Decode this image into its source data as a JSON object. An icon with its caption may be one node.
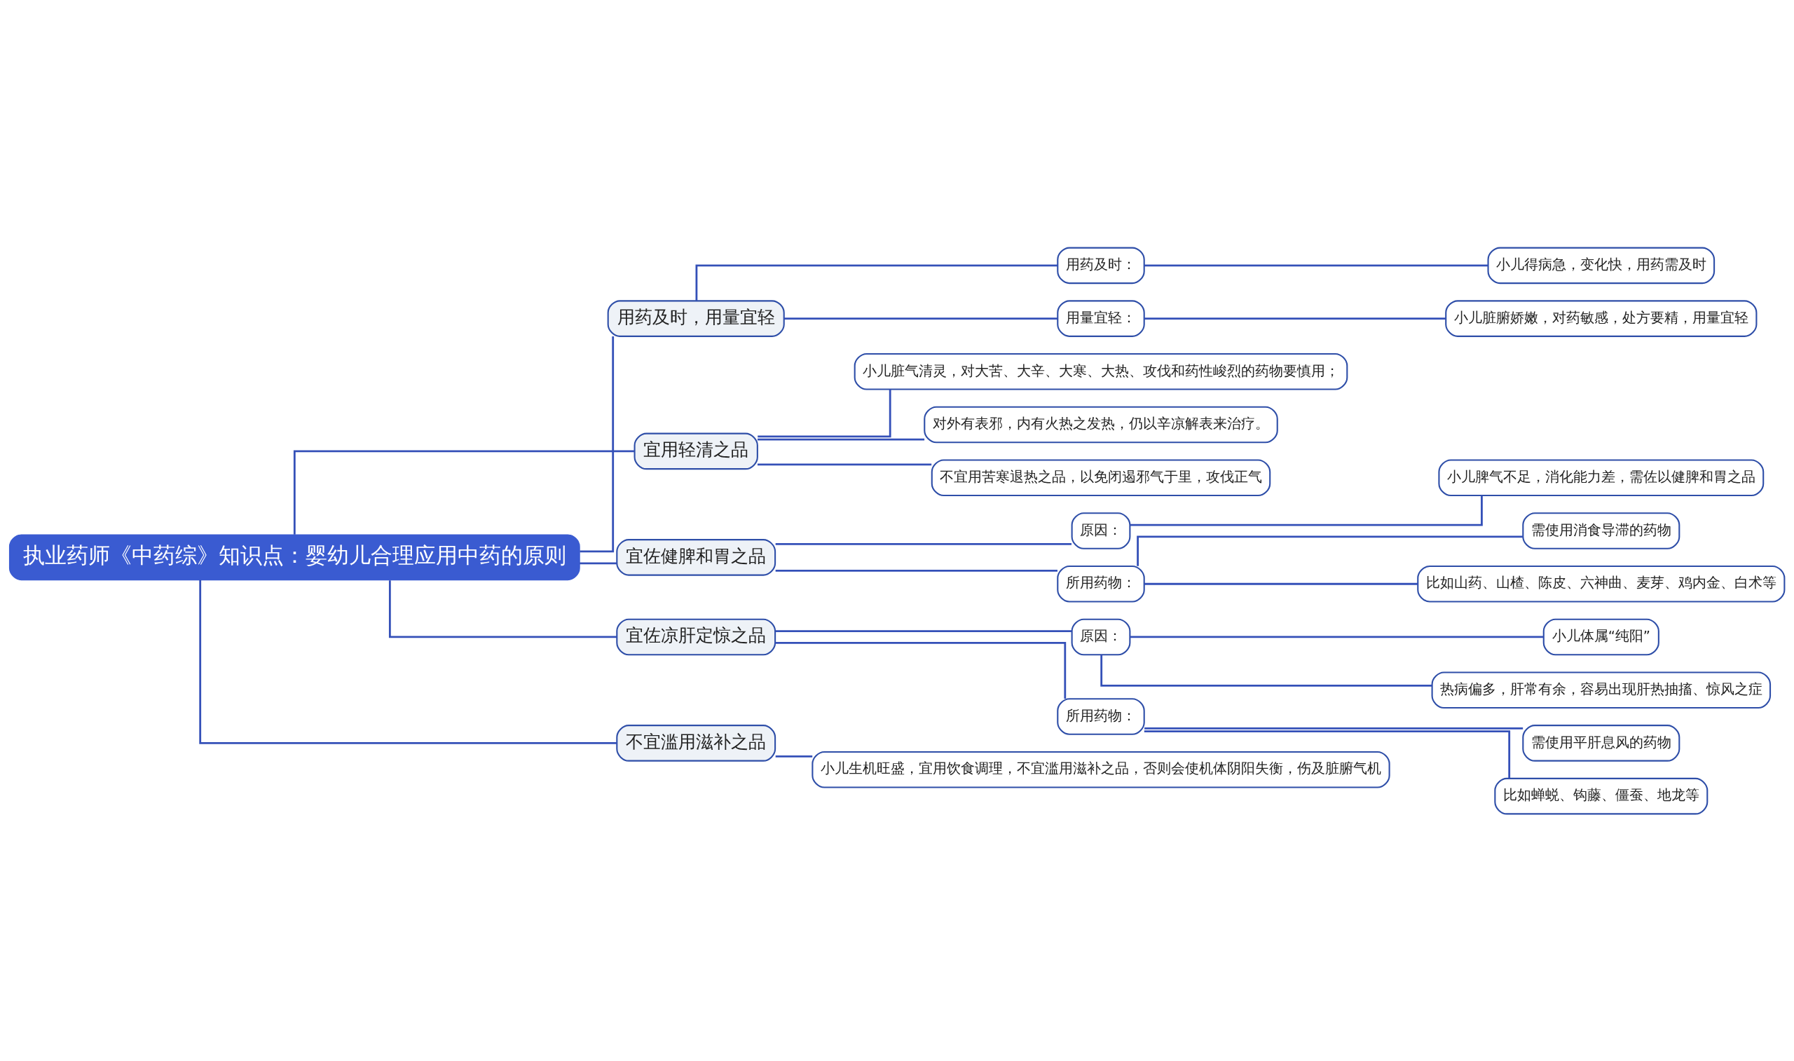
{
  "diagram": {
    "nodes": [
      {
        "text": [
          "执业药师《中药综》知识点：婴幼儿合理应用中药的原则"
        ]
      },
      {
        "text": [
          "用药及时，用量宜轻"
        ]
      },
      {
        "text": [
          "用药及时："
        ]
      },
      {
        "text": [
          "小儿得病急，变化快，用药需及时"
        ]
      },
      {
        "text": [
          "用量宜轻："
        ]
      },
      {
        "text": [
          "小儿脏腑娇嫩，对药敏感，处方要精，用量宜轻"
        ]
      },
      {
        "text": [
          "宜用轻清之品"
        ]
      },
      {
        "text": [
          "小儿脏气清灵，对大苦、大辛、大寒、大热、攻伐和药性峻烈的药物要慎用；"
        ]
      },
      {
        "text": [
          "对外有表邪，内有火热之发热，仍以辛凉解表来治疗。"
        ]
      },
      {
        "text": [
          "不宜用苦寒退热之品，以免闭遏邪气于里，攻伐正气"
        ]
      },
      {
        "text": [
          "宜佐健脾和胃之品"
        ]
      },
      {
        "text": [
          "原因："
        ]
      },
      {
        "text": [
          "小儿脾气不足，消化能力差，需佐以健脾和胃之品"
        ]
      },
      {
        "text": [
          "所用药物："
        ]
      },
      {
        "text": [
          "需使用消食导滞的药物"
        ]
      },
      {
        "text": [
          "比如山药、山楂、陈皮、六神曲、麦芽、鸡内金、白术等"
        ]
      },
      {
        "text": [
          "宜佐凉肝定惊之品"
        ]
      },
      {
        "text": [
          "原因："
        ]
      },
      {
        "text": [
          "小儿体属“纯阳”"
        ]
      },
      {
        "text": [
          "热病偏多，肝常有余，容易出现肝热抽搐、惊风之症"
        ]
      },
      {
        "text": [
          "所用药物："
        ]
      },
      {
        "text": [
          "需使用平肝息风的药物"
        ]
      },
      {
        "text": [
          "比如蝉蜕、钩藤、僵蚕、地龙等"
        ]
      },
      {
        "text": [
          "不宜滥用滋补之品"
        ]
      },
      {
        "text": [
          "小儿生机旺盛，宜用饮食调理，不宜滥用滋补之品，否则会使机体阴阳失衡，伤及脏腑气机"
        ]
      }
    ],
    "edges": [
      {
        "from": 0,
        "to": 1,
        "arrow": "none"
      },
      {
        "from": 1,
        "to": 2,
        "arrow": "none"
      },
      {
        "from": 2,
        "to": 3,
        "arrow": "none"
      },
      {
        "from": 1,
        "to": 4,
        "arrow": "none"
      },
      {
        "from": 4,
        "to": 5,
        "arrow": "none"
      },
      {
        "from": 0,
        "to": 6,
        "arrow": "none"
      },
      {
        "from": 6,
        "to": 7,
        "arrow": "none"
      },
      {
        "from": 6,
        "to": 8,
        "arrow": "none"
      },
      {
        "from": 6,
        "to": 9,
        "arrow": "none"
      },
      {
        "from": 0,
        "to": 10,
        "arrow": "none"
      },
      {
        "from": 10,
        "to": 11,
        "arrow": "none"
      },
      {
        "from": 11,
        "to": 12,
        "arrow": "none"
      },
      {
        "from": 10,
        "to": 13,
        "arrow": "none"
      },
      {
        "from": 13,
        "to": 14,
        "arrow": "none"
      },
      {
        "from": 13,
        "to": 15,
        "arrow": "none"
      },
      {
        "from": 0,
        "to": 16,
        "arrow": "none"
      },
      {
        "from": 16,
        "to": 17,
        "arrow": "none"
      },
      {
        "from": 17,
        "to": 18,
        "arrow": "none"
      },
      {
        "from": 17,
        "to": 19,
        "arrow": "none"
      },
      {
        "from": 16,
        "to": 20,
        "arrow": "none"
      },
      {
        "from": 20,
        "to": 21,
        "arrow": "none"
      },
      {
        "from": 20,
        "to": 22,
        "arrow": "none"
      },
      {
        "from": 0,
        "to": 23,
        "arrow": "none"
      },
      {
        "from": 23,
        "to": 24,
        "arrow": "none"
      }
    ]
  }
}
